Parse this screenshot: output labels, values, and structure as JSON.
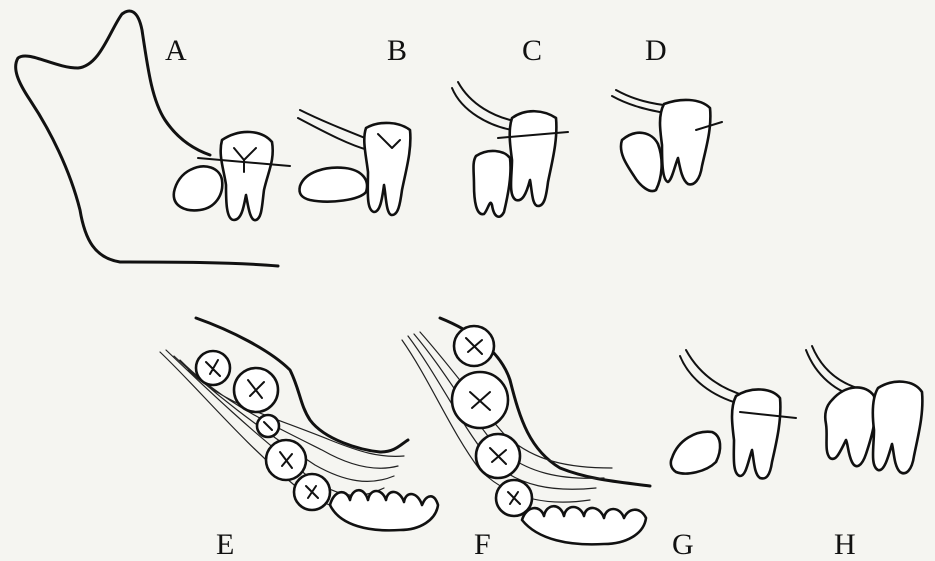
{
  "labels": {
    "a": "A",
    "b": "B",
    "c": "C",
    "d": "D",
    "e": "E",
    "f": "F",
    "g": "G",
    "h": "H"
  },
  "colors": {
    "ink": "#111111",
    "paper": "#f5f5f1"
  }
}
